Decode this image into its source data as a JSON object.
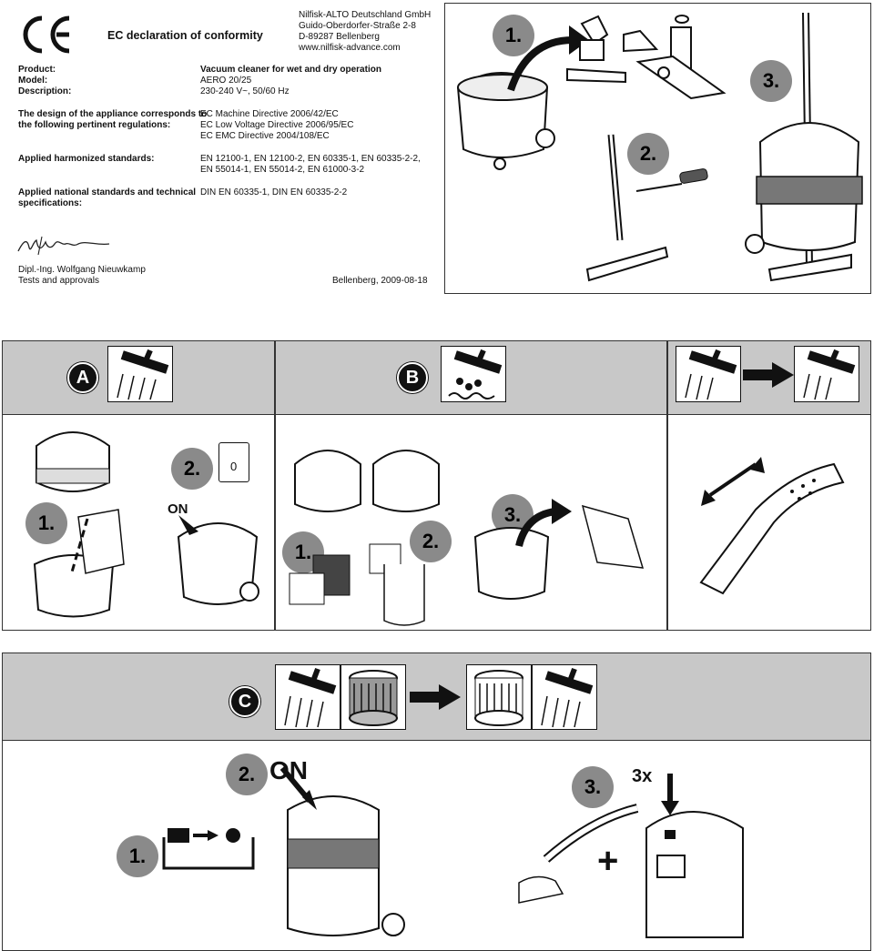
{
  "declaration": {
    "title": "EC declaration of conformity",
    "company": [
      "Nilfisk-ALTO Deutschland GmbH",
      "Guido-Oberdorfer-Straße 2-8",
      "D-89287 Bellenberg",
      "www.nilfisk-advance.com"
    ],
    "product_label": "Product:",
    "product_value": "Vacuum cleaner for wet and dry operation",
    "model_label": "Model:",
    "model_value": "AERO 20/25",
    "description_label": "Description:",
    "description_value": "230-240 V~, 50/60 Hz",
    "design_label": [
      "The design of the appliance corresponds to",
      "the following pertinent regulations:"
    ],
    "design_value": [
      "EC Machine Directive 2006/42/EC",
      "EC Low Voltage Directive 2006/95/EC",
      "EC EMC Directive 2004/108/EC"
    ],
    "harmonized_label": "Applied harmonized standards:",
    "harmonized_value": [
      "EN 12100-1, EN 12100-2, EN 60335-1, EN 60335-2-2,",
      "EN 55014-1, EN 55014-2, EN 61000-3-2"
    ],
    "national_label": [
      "Applied national standards and technical",
      "specifications:"
    ],
    "national_value": "DIN EN 60335-1, DIN EN 60335-2-2",
    "signatory": "Dipl.-Ing. Wolfgang Nieuwkamp",
    "signatory_role": "Tests and approvals",
    "place_date": "Bellenberg, 2009-08-18"
  },
  "assembly": {
    "steps": [
      "1.",
      "2.",
      "3."
    ]
  },
  "section_a": {
    "letter": "A",
    "steps": [
      "1.",
      "2."
    ],
    "on_label": "ON",
    "switch_label": "0"
  },
  "section_b": {
    "letter": "B",
    "steps": [
      "1.",
      "2.",
      "3."
    ]
  },
  "section_c": {
    "letter": "C",
    "steps": [
      "1.",
      "2.",
      "3."
    ],
    "on_label": "ON",
    "count_label": "3x",
    "plus": "+"
  },
  "colors": {
    "band": "#c8c8c8",
    "step_badge": "#8a8a8a",
    "ink": "#111111"
  }
}
